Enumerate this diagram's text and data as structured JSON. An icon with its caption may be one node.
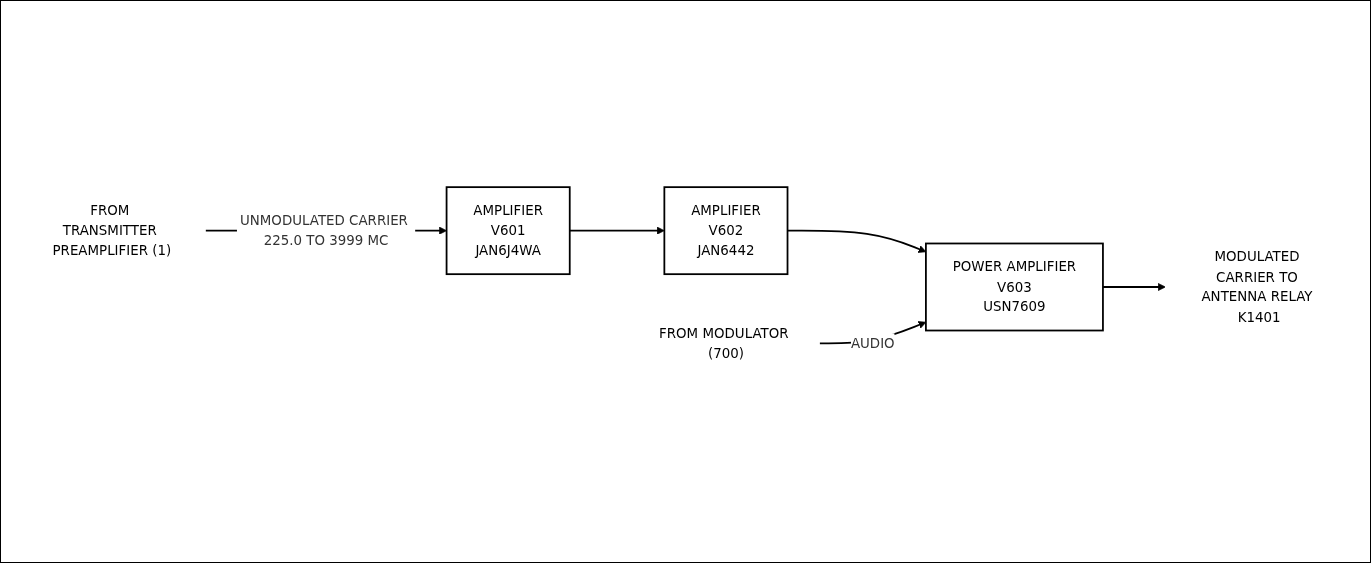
{
  "diagram": {
    "nodes": [
      {
        "text": [
          "FROM TRANSMITTER PREAMPLIFIER (1)"
        ]
      },
      {
        "text": [
          "AMPLIFIER",
          "V601",
          "JAN6J4WA"
        ]
      },
      {
        "text": [
          "AMPLIFIER",
          "V602",
          "JAN6442"
        ]
      },
      {
        "text": [
          "POWER AMPLIFIER",
          "V603",
          "USN7609"
        ]
      },
      {
        "text": [
          "MODULATED CARRIER TO ANTENNA RELAY K1401"
        ]
      },
      {
        "text": [
          "FROM MODULATOR (700)"
        ]
      }
    ],
    "edges": [
      {
        "from": 0,
        "to": 1,
        "arrow": "to",
        "label": "UNMODULATED CARRIER 225.0 TO 3999 MC"
      },
      {
        "from": 1,
        "to": 2,
        "arrow": "to"
      },
      {
        "from": 2,
        "to": 3,
        "arrow": "to"
      },
      {
        "from": 3,
        "to": 4,
        "arrow": "to"
      },
      {
        "from": 5,
        "to": 3,
        "arrow": "to",
        "label": "AUDIO"
      }
    ]
  }
}
